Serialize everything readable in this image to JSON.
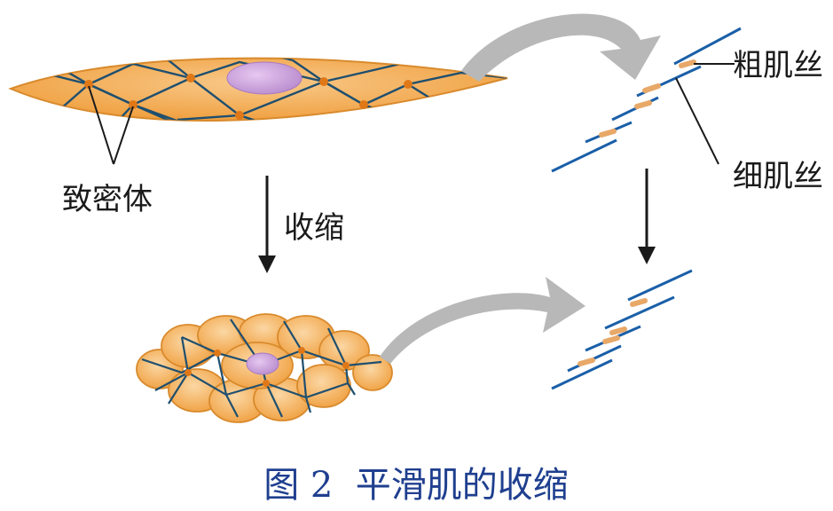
{
  "labels": {
    "dense_body": "致密体",
    "contraction": "收缩",
    "thick_filament": "粗肌丝",
    "thin_filament": "细肌丝"
  },
  "caption": "图 2  平滑肌的收缩",
  "colors": {
    "cell_fill": "#f0a040",
    "cell_highlight": "#f8c98a",
    "cell_edge": "#d98a2c",
    "mesh_line": "#1f4f6f",
    "dense_body": "#e07818",
    "nucleus": "#c89ad8",
    "thin_filament": "#1a5fa8",
    "thick_filament": "#e8a868",
    "curved_arrow": "#b8b8b8",
    "caption": "#1f3f8f"
  }
}
